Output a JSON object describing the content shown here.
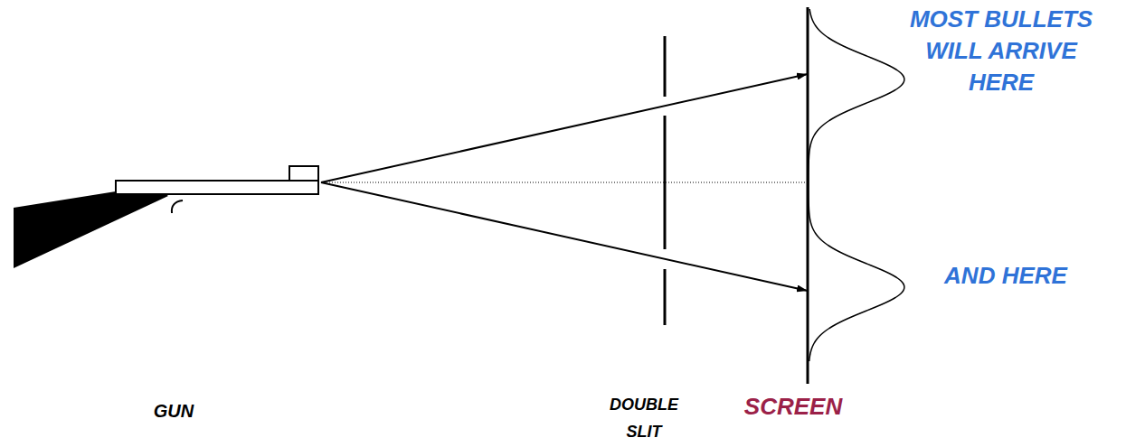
{
  "diagram": {
    "labels": [
      "MOST BULLETS WILL ARRIVE HERE",
      "AND HERE",
      "GUN",
      "DOUBLE SLIT",
      "SCREEN"
    ]
  }
}
